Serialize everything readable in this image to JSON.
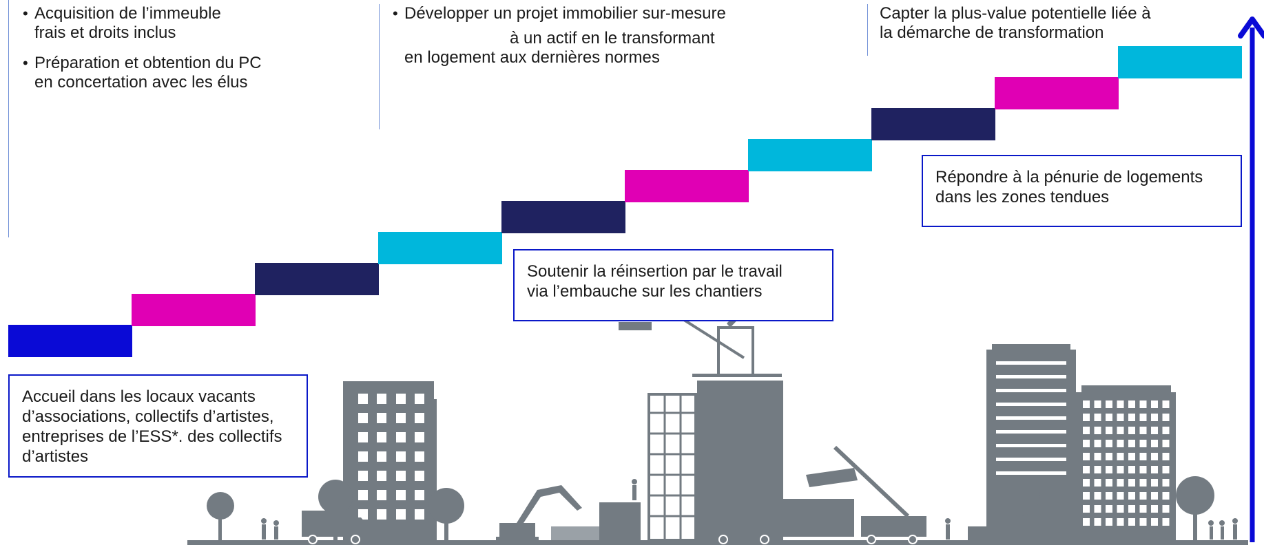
{
  "columns": {
    "col1": {
      "bullets": [
        {
          "lines": [
            "Acquisition de l’immeuble",
            "frais et droits inclus"
          ]
        },
        {
          "lines": [
            "Préparation et obtention du PC",
            "en concertation avec les élus"
          ]
        }
      ]
    },
    "col2": {
      "bullet_line1": "Développer un projet immobilier sur-mesure",
      "line2": "à un actif en le transformant",
      "line3": "en logement aux dernières normes"
    },
    "col3": {
      "line1": "Capter la plus-value potentielle liée à",
      "line2": "la démarche de transformation"
    }
  },
  "boxes": {
    "accueil": [
      "Accueil dans les locaux vacants",
      "d’associations, collectifs d’artistes,",
      "entreprises de l’ESS*. des collectifs",
      "d’artistes"
    ],
    "reinsertion": [
      "Soutenir la réinsertion par le travail",
      "via l’embauche sur les chantiers"
    ],
    "penurie": [
      "Répondre à la pénurie de logements",
      "dans les zones tendues"
    ]
  },
  "steps": [
    {
      "level": 1,
      "color": "#0a0ad6"
    },
    {
      "level": 2,
      "color": "#e000b4"
    },
    {
      "level": 3,
      "color": "#1f2260"
    },
    {
      "level": 4,
      "color": "#00b7dc"
    },
    {
      "level": 5,
      "color": "#1f2260"
    },
    {
      "level": 6,
      "color": "#e000b4"
    },
    {
      "level": 7,
      "color": "#00b7dc"
    },
    {
      "level": 8,
      "color": "#1f2260"
    },
    {
      "level": 9,
      "color": "#e000b4"
    },
    {
      "level": 10,
      "color": "#00b7dc"
    }
  ],
  "colors": {
    "arrow": "#0a0ad6",
    "border": "#0a18c8",
    "skyline": "#737b82",
    "divider": "#6f8fd6"
  },
  "illustration": {
    "name": "city-construction-skyline-illustration"
  }
}
